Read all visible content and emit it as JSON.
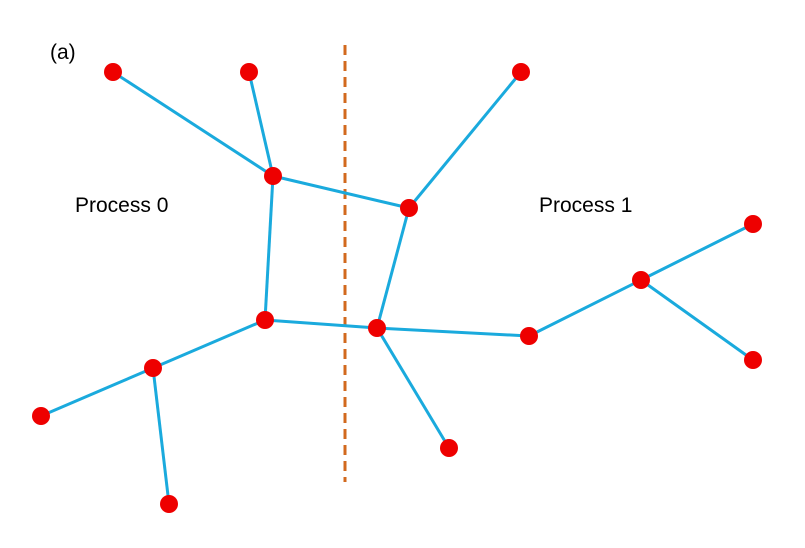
{
  "labels": {
    "panel": "(a)",
    "process_0": "Process 0",
    "process_1": "Process 1"
  },
  "colors": {
    "node": "#ee0000",
    "edge": "#1aaadd",
    "partition": "#d2691e",
    "text": "#000000"
  },
  "graph": {
    "nodes": [
      {
        "id": "a",
        "process": "Process 0"
      },
      {
        "id": "b",
        "process": "Process 0"
      },
      {
        "id": "c",
        "process": "Process 0"
      },
      {
        "id": "d",
        "process": "Process 0"
      },
      {
        "id": "e",
        "process": "Process 0"
      },
      {
        "id": "f",
        "process": "Process 0"
      },
      {
        "id": "g",
        "process": "Process 0"
      },
      {
        "id": "h",
        "process": "Process 1"
      },
      {
        "id": "i",
        "process": "Process 1"
      },
      {
        "id": "j",
        "process": "Process 1"
      },
      {
        "id": "k",
        "process": "Process 1"
      },
      {
        "id": "l",
        "process": "Process 1"
      },
      {
        "id": "m",
        "process": "Process 1"
      },
      {
        "id": "n",
        "process": "Process 1"
      },
      {
        "id": "o",
        "process": "Process 1"
      }
    ],
    "edges": [
      [
        "a",
        "c"
      ],
      [
        "b",
        "c"
      ],
      [
        "c",
        "i"
      ],
      [
        "c",
        "d"
      ],
      [
        "d",
        "j"
      ],
      [
        "d",
        "e"
      ],
      [
        "e",
        "f"
      ],
      [
        "e",
        "g"
      ],
      [
        "h",
        "i"
      ],
      [
        "i",
        "j"
      ],
      [
        "j",
        "k"
      ],
      [
        "j",
        "l"
      ],
      [
        "l",
        "m"
      ],
      [
        "m",
        "n"
      ],
      [
        "m",
        "o"
      ]
    ]
  }
}
